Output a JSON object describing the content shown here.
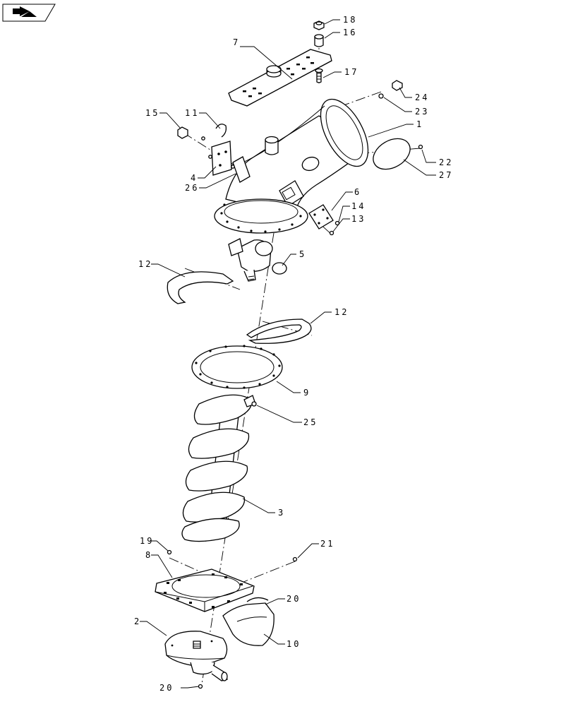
{
  "nav_icon": "book-arrow-icon",
  "callouts": [
    "1",
    "2",
    "3",
    "4",
    "5",
    "6",
    "7",
    "8",
    "9",
    "10",
    "11",
    "12",
    "12",
    "13",
    "14",
    "15",
    "16",
    "17",
    "18",
    "19",
    "20",
    "20",
    "21",
    "22",
    "23",
    "24",
    "25",
    "26",
    "27"
  ]
}
